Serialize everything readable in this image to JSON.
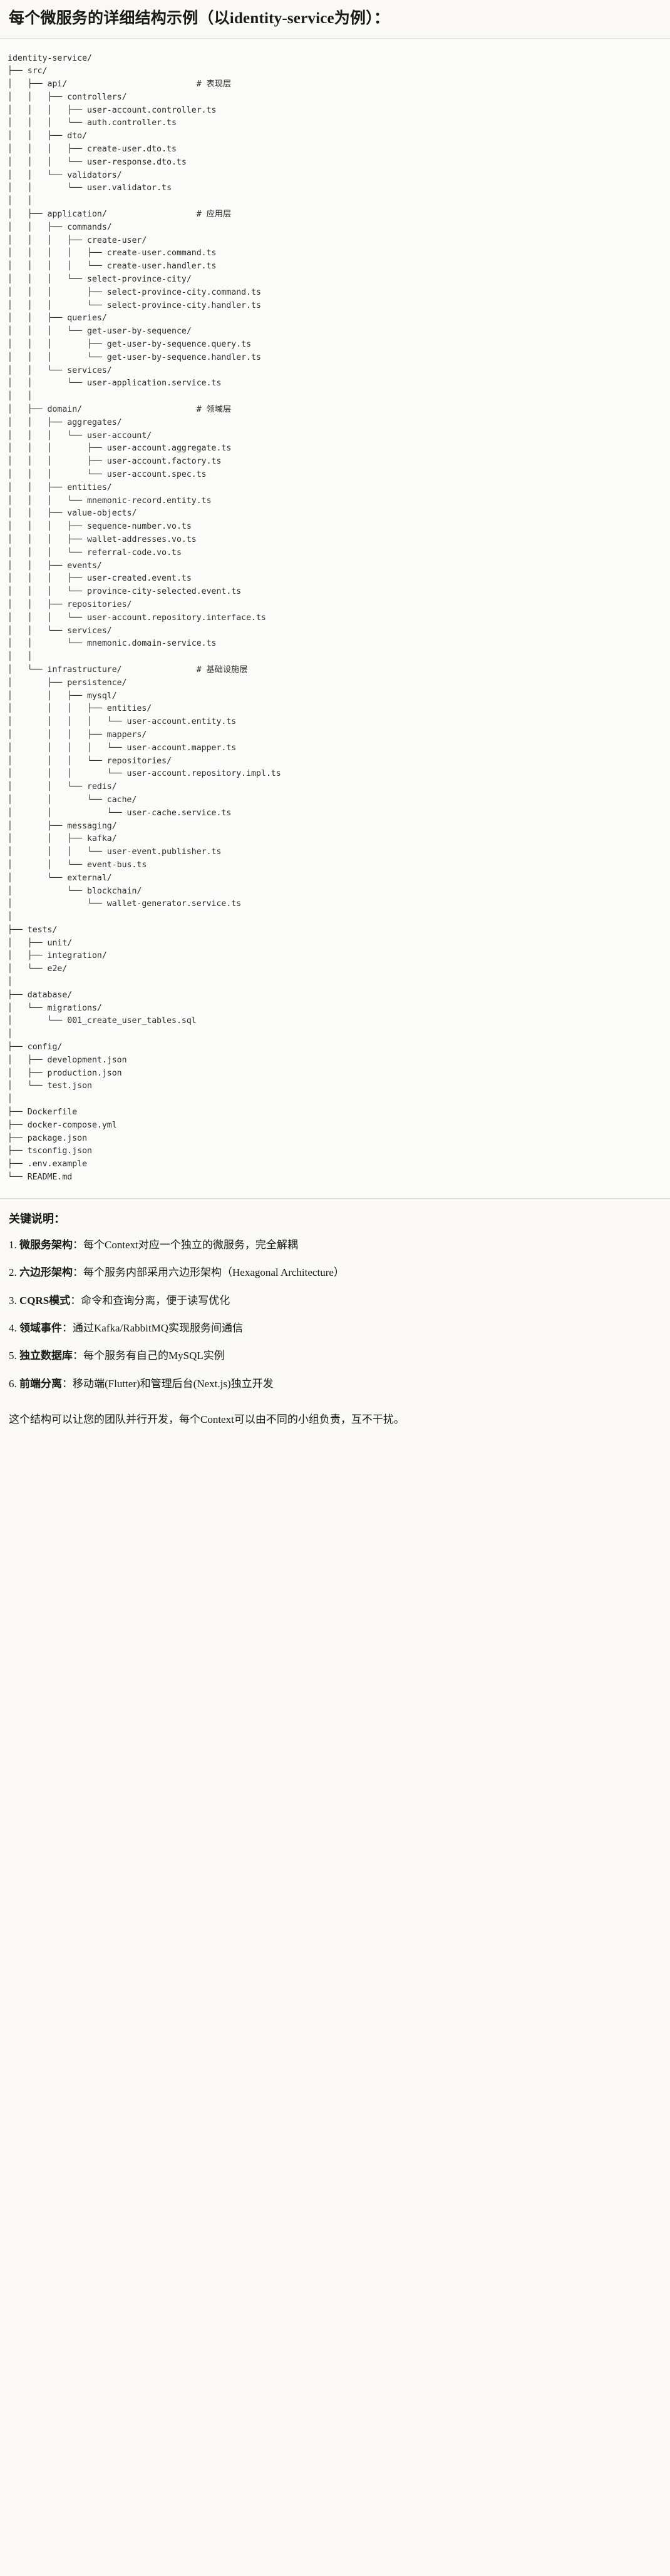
{
  "title": "每个微服务的详细结构示例（以identity-service为例）：",
  "code_block": {
    "language": "text",
    "tree_lines": [
      "identity-service/",
      "├── src/",
      "│   ├── api/                          # 表现层",
      "│   │   ├── controllers/",
      "│   │   │   ├── user-account.controller.ts",
      "│   │   │   └── auth.controller.ts",
      "│   │   ├── dto/",
      "│   │   │   ├── create-user.dto.ts",
      "│   │   │   └── user-response.dto.ts",
      "│   │   └── validators/",
      "│   │       └── user.validator.ts",
      "│   │",
      "│   ├── application/                  # 应用层",
      "│   │   ├── commands/",
      "│   │   │   ├── create-user/",
      "│   │   │   │   ├── create-user.command.ts",
      "│   │   │   │   └── create-user.handler.ts",
      "│   │   │   └── select-province-city/",
      "│   │   │       ├── select-province-city.command.ts",
      "│   │   │       └── select-province-city.handler.ts",
      "│   │   ├── queries/",
      "│   │   │   └── get-user-by-sequence/",
      "│   │   │       ├── get-user-by-sequence.query.ts",
      "│   │   │       └── get-user-by-sequence.handler.ts",
      "│   │   └── services/",
      "│   │       └── user-application.service.ts",
      "│   │",
      "│   ├── domain/                       # 领域层",
      "│   │   ├── aggregates/",
      "│   │   │   └── user-account/",
      "│   │   │       ├── user-account.aggregate.ts",
      "│   │   │       ├── user-account.factory.ts",
      "│   │   │       └── user-account.spec.ts",
      "│   │   ├── entities/",
      "│   │   │   └── mnemonic-record.entity.ts",
      "│   │   ├── value-objects/",
      "│   │   │   ├── sequence-number.vo.ts",
      "│   │   │   ├── wallet-addresses.vo.ts",
      "│   │   │   └── referral-code.vo.ts",
      "│   │   ├── events/",
      "│   │   │   ├── user-created.event.ts",
      "│   │   │   └── province-city-selected.event.ts",
      "│   │   ├── repositories/",
      "│   │   │   └── user-account.repository.interface.ts",
      "│   │   └── services/",
      "│   │       └── mnemonic.domain-service.ts",
      "│   │",
      "│   └── infrastructure/               # 基础设施层",
      "│       ├── persistence/",
      "│       │   ├── mysql/",
      "│       │   │   ├── entities/",
      "│       │   │   │   └── user-account.entity.ts",
      "│       │   │   ├── mappers/",
      "│       │   │   │   └── user-account.mapper.ts",
      "│       │   │   └── repositories/",
      "│       │   │       └── user-account.repository.impl.ts",
      "│       │   └── redis/",
      "│       │       └── cache/",
      "│       │           └── user-cache.service.ts",
      "│       ├── messaging/",
      "│       │   ├── kafka/",
      "│       │   │   └── user-event.publisher.ts",
      "│       │   └── event-bus.ts",
      "│       └── external/",
      "│           └── blockchain/",
      "│               └── wallet-generator.service.ts",
      "│",
      "├── tests/",
      "│   ├── unit/",
      "│   ├── integration/",
      "│   └── e2e/",
      "│",
      "├── database/",
      "│   └── migrations/",
      "│       └── 001_create_user_tables.sql",
      "│",
      "├── config/",
      "│   ├── development.json",
      "│   ├── production.json",
      "│   └── test.json",
      "│",
      "├── Dockerfile",
      "├── docker-compose.yml",
      "├── package.json",
      "├── tsconfig.json",
      "├── .env.example",
      "└── README.md"
    ]
  },
  "keypoints": {
    "heading": "关键说明：",
    "items": [
      {
        "num": "1.",
        "term": "微服务架构",
        "sep": "：",
        "desc": "每个Context对应一个独立的微服务，完全解耦"
      },
      {
        "num": "2.",
        "term": "六边形架构",
        "sep": "：",
        "desc": "每个服务内部采用六边形架构（Hexagonal Architecture）"
      },
      {
        "num": "3.",
        "term": "CQRS模式",
        "sep": "：",
        "desc": "命令和查询分离，便于读写优化"
      },
      {
        "num": "4.",
        "term": "领域事件",
        "sep": "：",
        "desc": "通过Kafka/RabbitMQ实现服务间通信"
      },
      {
        "num": "5.",
        "term": "独立数据库",
        "sep": "：",
        "desc": "每个服务有自己的MySQL实例"
      },
      {
        "num": "6.",
        "term": "前端分离",
        "sep": "：",
        "desc": "移动端(Flutter)和管理后台(Next.js)独立开发"
      }
    ]
  },
  "closing": "这个结构可以让您的团队并行开发，每个Context可以由不同的小组负责，互不干扰。",
  "colors": {
    "page_background": "#faf9f5",
    "code_background": "#fbfbfa",
    "code_border": "#e3e1da",
    "text": "#1a1a18",
    "code_text": "#2b2b29"
  }
}
